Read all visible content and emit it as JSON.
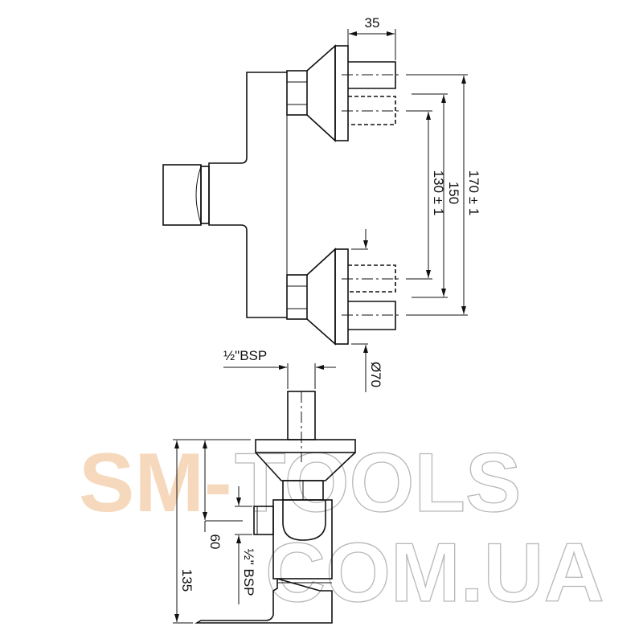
{
  "drawing": {
    "top_view": {
      "dim_depth": "35",
      "dim_outer": "170 ± 1",
      "dim_mid": "150",
      "dim_inner": "130 ± 1",
      "dim_diameter": "Ø70"
    },
    "side_view": {
      "dim_inlet_thread": "½\"BSP",
      "dim_outlet_thread": "½\" BSP",
      "dim_60": "60",
      "dim_135": "135"
    }
  },
  "watermark": {
    "part1": "SM-",
    "part2": "TOOLS",
    "line2": "COM.UA",
    "colors": {
      "filled": "#f6d9bd",
      "outline": "#b8b8b8"
    }
  }
}
